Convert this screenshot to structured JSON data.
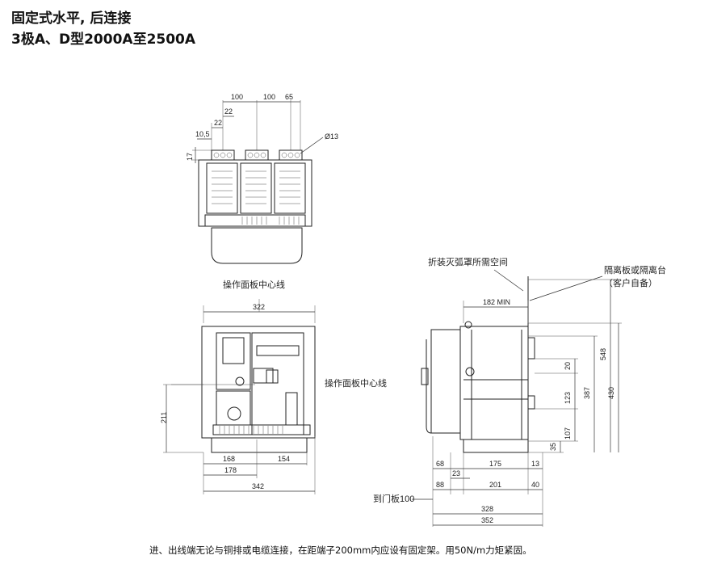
{
  "header": {
    "title": "固定式水平, 后连接",
    "subtitle": "3极A、D型2000A至2500A"
  },
  "top_view": {
    "dims": {
      "d100a": "100",
      "d100b": "100",
      "d65": "65",
      "d22a": "22",
      "d22b": "22",
      "d10_5": "10,5",
      "d17": "17",
      "hole": "Ø13"
    },
    "caption": "操作面板中心线"
  },
  "front_view": {
    "dims": {
      "d322": "322",
      "d211": "211",
      "d168": "168",
      "d154": "154",
      "d178": "178",
      "d342": "342"
    },
    "side_label": "操作面板中心线"
  },
  "side_view": {
    "labels": {
      "arc_space": "折装灭弧罩所需空间",
      "partition_line1": "隔离板或隔离台",
      "partition_line2": "（客户自备）",
      "to_door": "到门板100"
    },
    "dims": {
      "d182min": "182 MIN",
      "d548": "548",
      "d430": "430",
      "d387": "387",
      "d20": "20",
      "d123": "123",
      "d107": "107",
      "d35": "35",
      "d68": "68",
      "d175": "175",
      "d13": "13",
      "d23": "23",
      "d88": "88",
      "d201": "201",
      "d40": "40",
      "d328": "328",
      "d352": "352"
    }
  },
  "footer": {
    "note": "进、出线端无论与铜排或电缆连接，在距端子200mm内应设有固定架。用50N/m力矩紧固。"
  }
}
